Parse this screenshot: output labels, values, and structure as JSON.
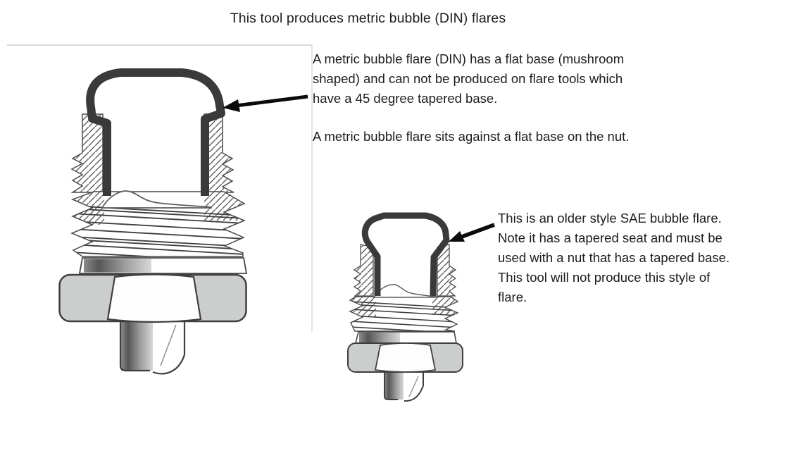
{
  "title": "This tool produces metric bubble (DIN) flares",
  "annotations": {
    "metric": {
      "lines": [
        "A metric bubble flare (DIN) has a flat base (mushroom",
        "shaped) and can not be produced on flare tools which",
        "have a 45 degree tapered base."
      ],
      "note": "A metric bubble flare sits against a flat base on the nut."
    },
    "sae": {
      "lines": [
        "This is an older style SAE bubble flare.",
        "Note it has a tapered seat and must be",
        "used with a nut that has a tapered base.",
        "This tool will not produce this style of",
        "flare."
      ]
    }
  },
  "figures": {
    "din": "din-metric-bubble-flare-cross-section",
    "sae": "sae-bubble-flare-cross-section",
    "arrow_din": "arrow-pointing-to-din-flare-seat",
    "arrow_sae": "arrow-pointing-to-sae-flare-seat"
  },
  "colors": {
    "outline": "#3a3a3a",
    "hatch": "#5f5f5f",
    "nut_gray": "#cccecd",
    "text": "#1c1c1c",
    "frame_border": "#e0e0e0",
    "background": "#ffffff"
  }
}
